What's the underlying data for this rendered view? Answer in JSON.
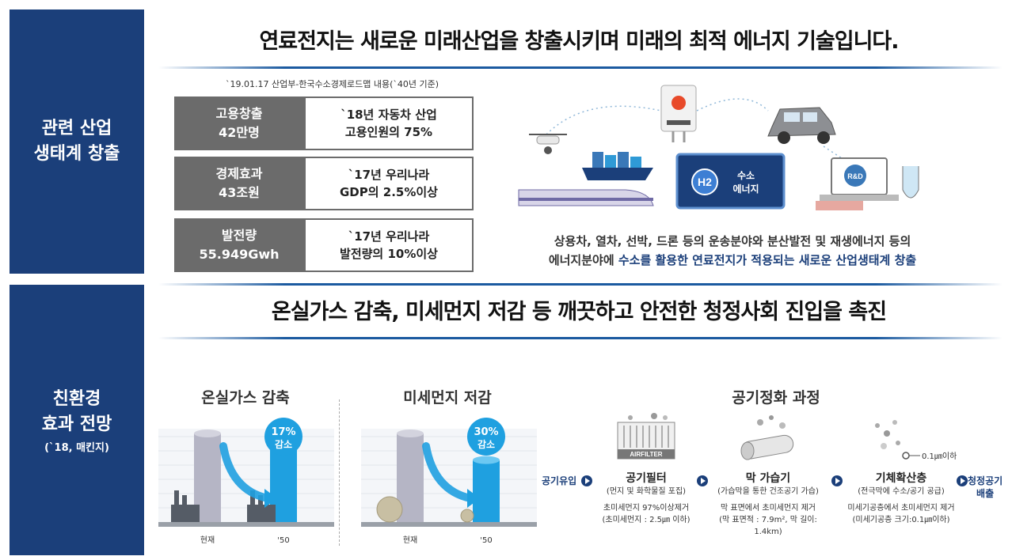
{
  "section1": {
    "label_line1": "관련 산업",
    "label_line2": "생태계 창출",
    "headline": "연료전지는 새로운 미래산업을 창출시키며 미래의 최적 에너지 기술입니다.",
    "source": "`19.01.17 산업부-한국수소경제로드맵 내용(`40년 기준)",
    "stats": [
      {
        "key1": "고용창출",
        "key2": "42만명",
        "val1": "`18년 자동차 산업",
        "val2": "고용인원의 75%"
      },
      {
        "key1": "경제효과",
        "key2": "43조원",
        "val1": "`17년 우리나라",
        "val2": "GDP의 2.5%이상"
      },
      {
        "key1": "발전량",
        "key2": "55.949Gwh",
        "val1": "`17년 우리나라",
        "val2": "발전량의 10%이상"
      }
    ],
    "h2_label": "H2",
    "h2_text1": "수소",
    "h2_text2": "에너지",
    "rnd_label": "R&D",
    "desc_line1": "상용차, 열차, 선박, 드론 등의 운송분야와 분산발전 및 재생에너지 등의",
    "desc_line2_a": "에너지분야에 ",
    "desc_line2_b": "수소를 활용한 연료전지가 적용되는 새로운 산업생태계 창출"
  },
  "section2": {
    "label_line1": "친환경",
    "label_line2": "효과 전망",
    "label_sub": "(`18, 매킨지)",
    "headline": "온실가스 감축, 미세먼지 저감 등 깨끗하고 안전한 청정사회 진입을 촉진",
    "ghg_title": "온실가스 감축",
    "dust_title": "미세먼지 저감",
    "process_title": "공기정화 과정",
    "flow_in": "공기유입",
    "flow_out1": "청정공기",
    "flow_out2": "배출",
    "airfilter_label": "AIRFILTER",
    "size_label": "0.1㎛이하",
    "steps": [
      {
        "name": "공기필터",
        "sub": "(먼지 및 화학물질 포집)",
        "d1": "초미세먼지 97%이상제거",
        "d2": "(초미세먼지 : 2.5㎛ 이하)"
      },
      {
        "name": "막 가습기",
        "sub": "(가습막을 통한 건조공기 가습)",
        "d1": "막 표면에서 초미세먼지 제거",
        "d2": "(막 표면적 : 7.9m², 막 길이: 1.4km)"
      },
      {
        "name": "기체확산층",
        "sub": "(전극막에 수소/공기 공급)",
        "d1": "미세기공층에서 초미세먼지 제거",
        "d2": "(미세기공층 크기:0.1㎛이하)"
      }
    ]
  },
  "chart_data": [
    {
      "type": "bar",
      "title": "온실가스 감축",
      "categories": [
        "현재",
        "'50"
      ],
      "values": [
        100,
        83
      ],
      "annotation_value": "17%",
      "annotation_text": "감소",
      "colors": [
        "#b5b5c5",
        "#1fa0e0"
      ]
    },
    {
      "type": "bar",
      "title": "미세먼지 저감",
      "categories": [
        "현재",
        "'50"
      ],
      "values": [
        100,
        70
      ],
      "annotation_value": "30%",
      "annotation_text": "감소",
      "colors": [
        "#b5b5c5",
        "#1fa0e0"
      ]
    }
  ],
  "colors": {
    "navy": "#1b3f7a",
    "gray_box": "#6b6b6b",
    "accent_blue": "#1fa0e0"
  }
}
